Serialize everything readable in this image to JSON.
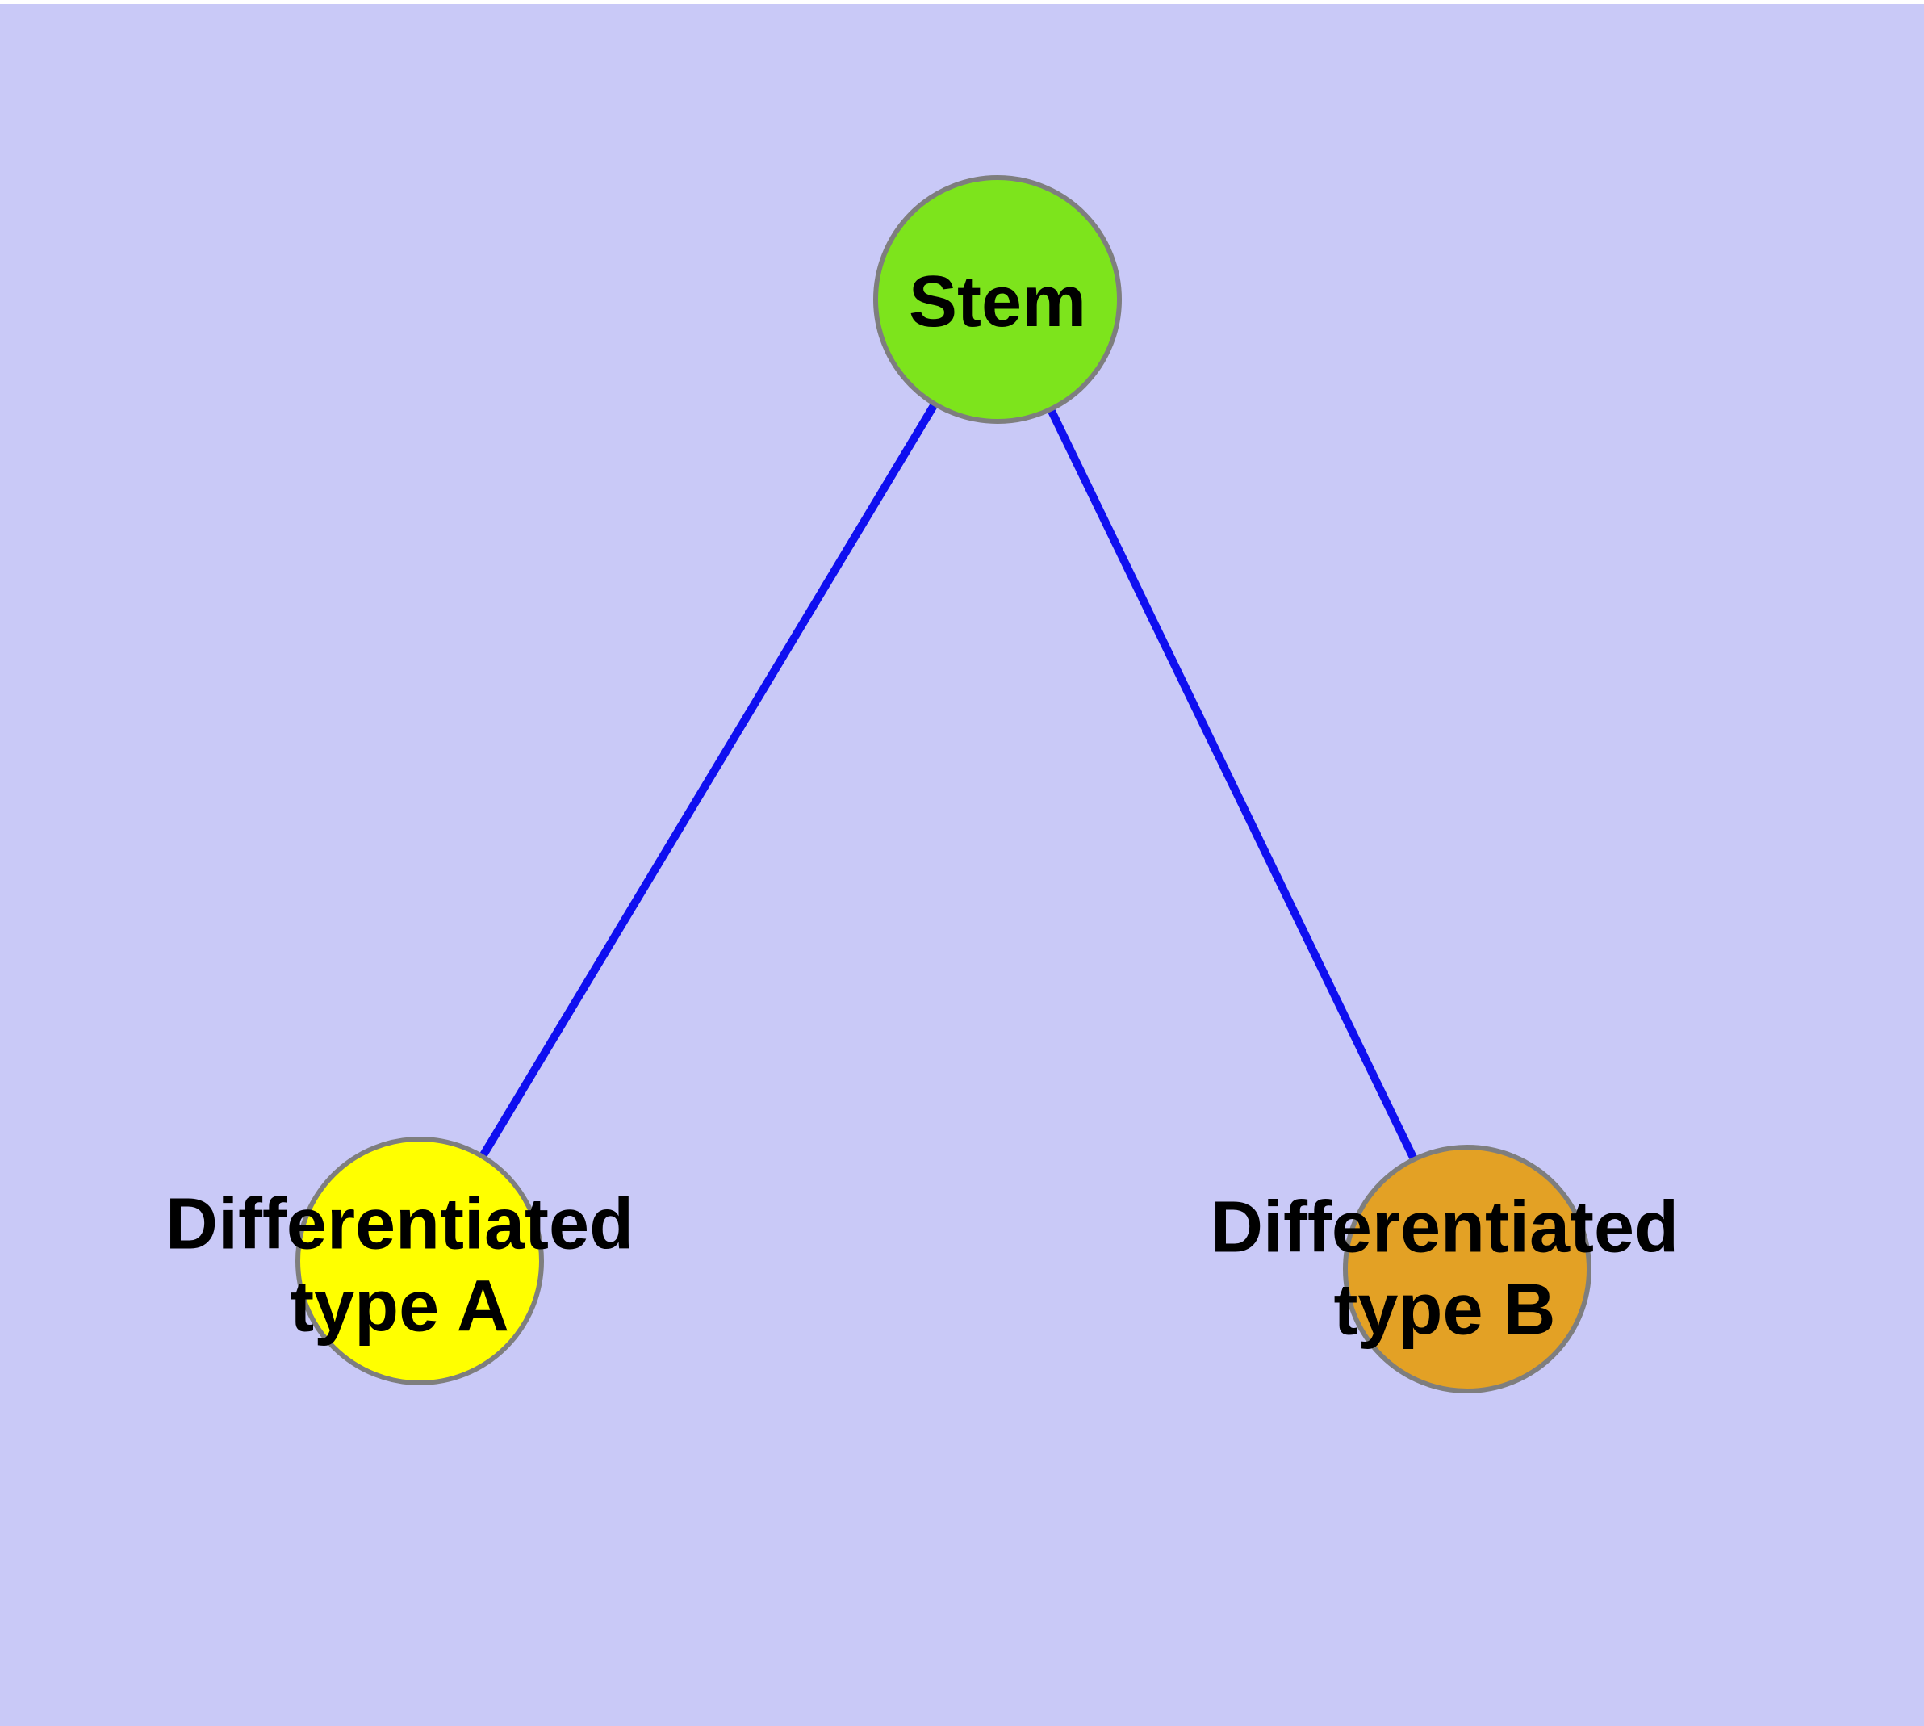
{
  "diagram": {
    "type": "graph",
    "nodes": [
      {
        "id": "stem",
        "lines": [
          "Stem"
        ],
        "color": "#7de41c"
      },
      {
        "id": "type-a",
        "lines": [
          "Differentiated",
          "type A"
        ],
        "color": "#ffff00"
      },
      {
        "id": "type-b",
        "lines": [
          "Differentiated",
          "type B"
        ],
        "color": "#e3a125"
      }
    ],
    "edges": [
      {
        "from": "stem",
        "to": "type-a"
      },
      {
        "from": "stem",
        "to": "type-b"
      }
    ]
  },
  "colors": {
    "background": "#c9c9f7",
    "top_strip": "#ffffff",
    "edge": "#0f0ff0",
    "node_border": "#7e7e7e",
    "text": "#000000"
  }
}
